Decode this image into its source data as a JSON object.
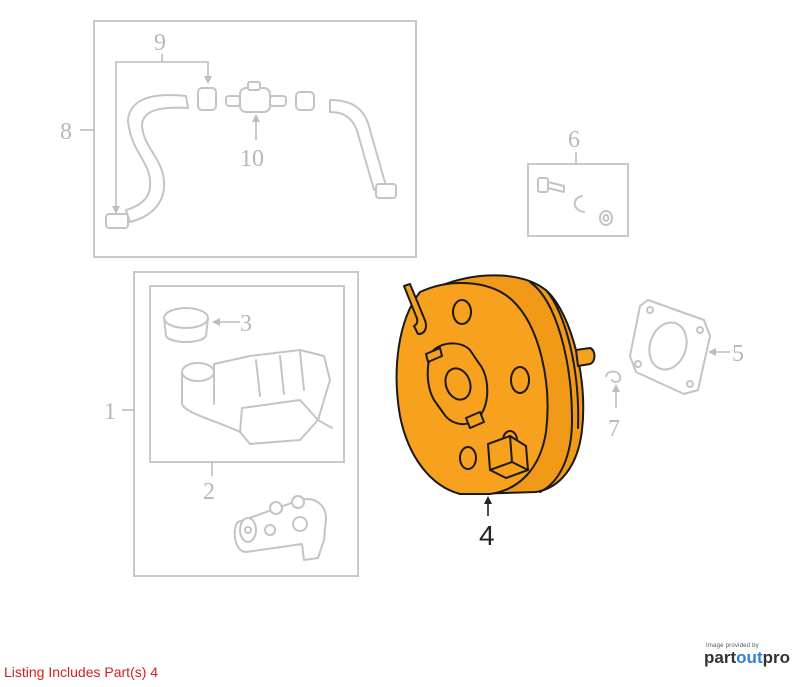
{
  "callouts": {
    "p1": "1",
    "p2": "2",
    "p3": "3",
    "p4": "4",
    "p5": "5",
    "p6": "6",
    "p7": "7",
    "p8": "8",
    "p9": "9",
    "p10": "10"
  },
  "highlight_color": "#f7a11e",
  "faded_color": "#c4c4c4",
  "listing_note": "Listing Includes Part(s) 4",
  "provider": {
    "caption": "Image provided by",
    "brand_part": "part",
    "brand_out": "out",
    "brand_pro": "pro"
  }
}
